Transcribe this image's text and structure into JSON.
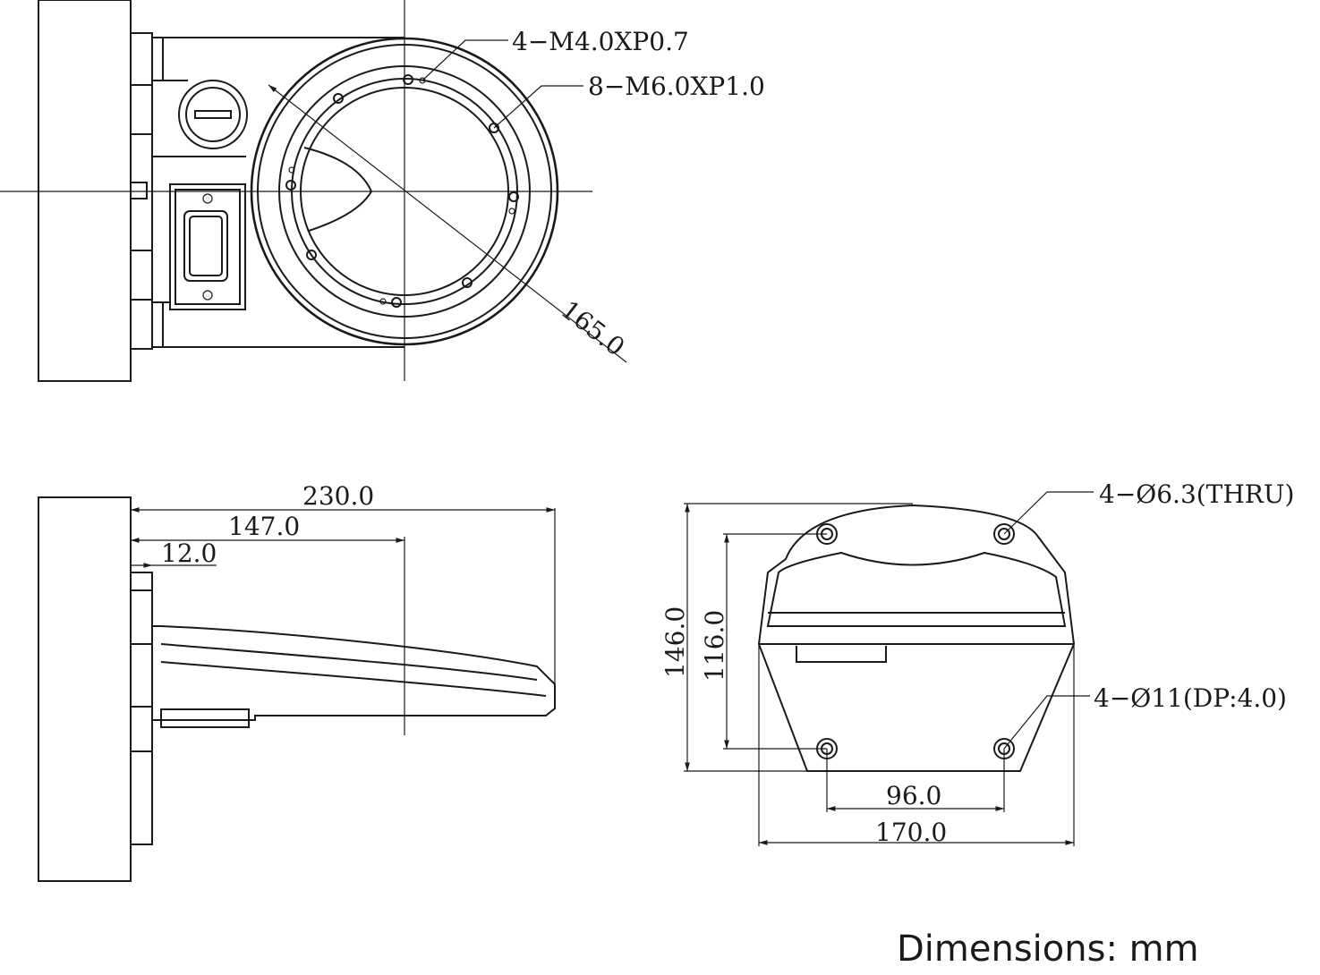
{
  "top_view": {
    "callout_m4": "4−M4.0XP0.7",
    "callout_m6": "8−M6.0XP1.0",
    "diameter": "165.0"
  },
  "side_view": {
    "total_length": "230.0",
    "center_length": "147.0",
    "flange_offset": "12.0"
  },
  "front_view": {
    "callout_thru": "4−Ø6.3(THRU)",
    "callout_counterbore": "4−Ø11(DP:4.0)",
    "height_outer": "146.0",
    "height_holes": "116.0",
    "width_holes": "96.0",
    "width_outer": "170.0"
  },
  "footer": {
    "units": "Dimensions: mm"
  }
}
